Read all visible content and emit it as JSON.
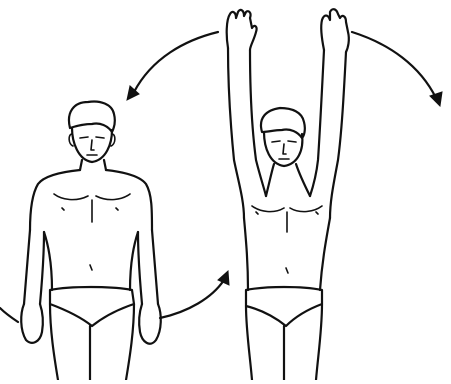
{
  "figure": {
    "background": "#ffffff",
    "line_color": "#111111",
    "poses": [
      {
        "name": "arms-down",
        "description_icon": "standing-figure-arms-at-sides"
      },
      {
        "name": "arms-raised",
        "description_icon": "standing-figure-arms-overhead"
      }
    ],
    "arrows": [
      {
        "name": "arc-up-right-top",
        "icon": "curved-arrow-icon"
      },
      {
        "name": "arc-up-left-top",
        "icon": "curved-arrow-icon"
      },
      {
        "name": "arc-bottom-right",
        "icon": "curved-arrow-icon"
      },
      {
        "name": "arc-bottom-left",
        "icon": "curved-arrow-icon"
      }
    ]
  }
}
